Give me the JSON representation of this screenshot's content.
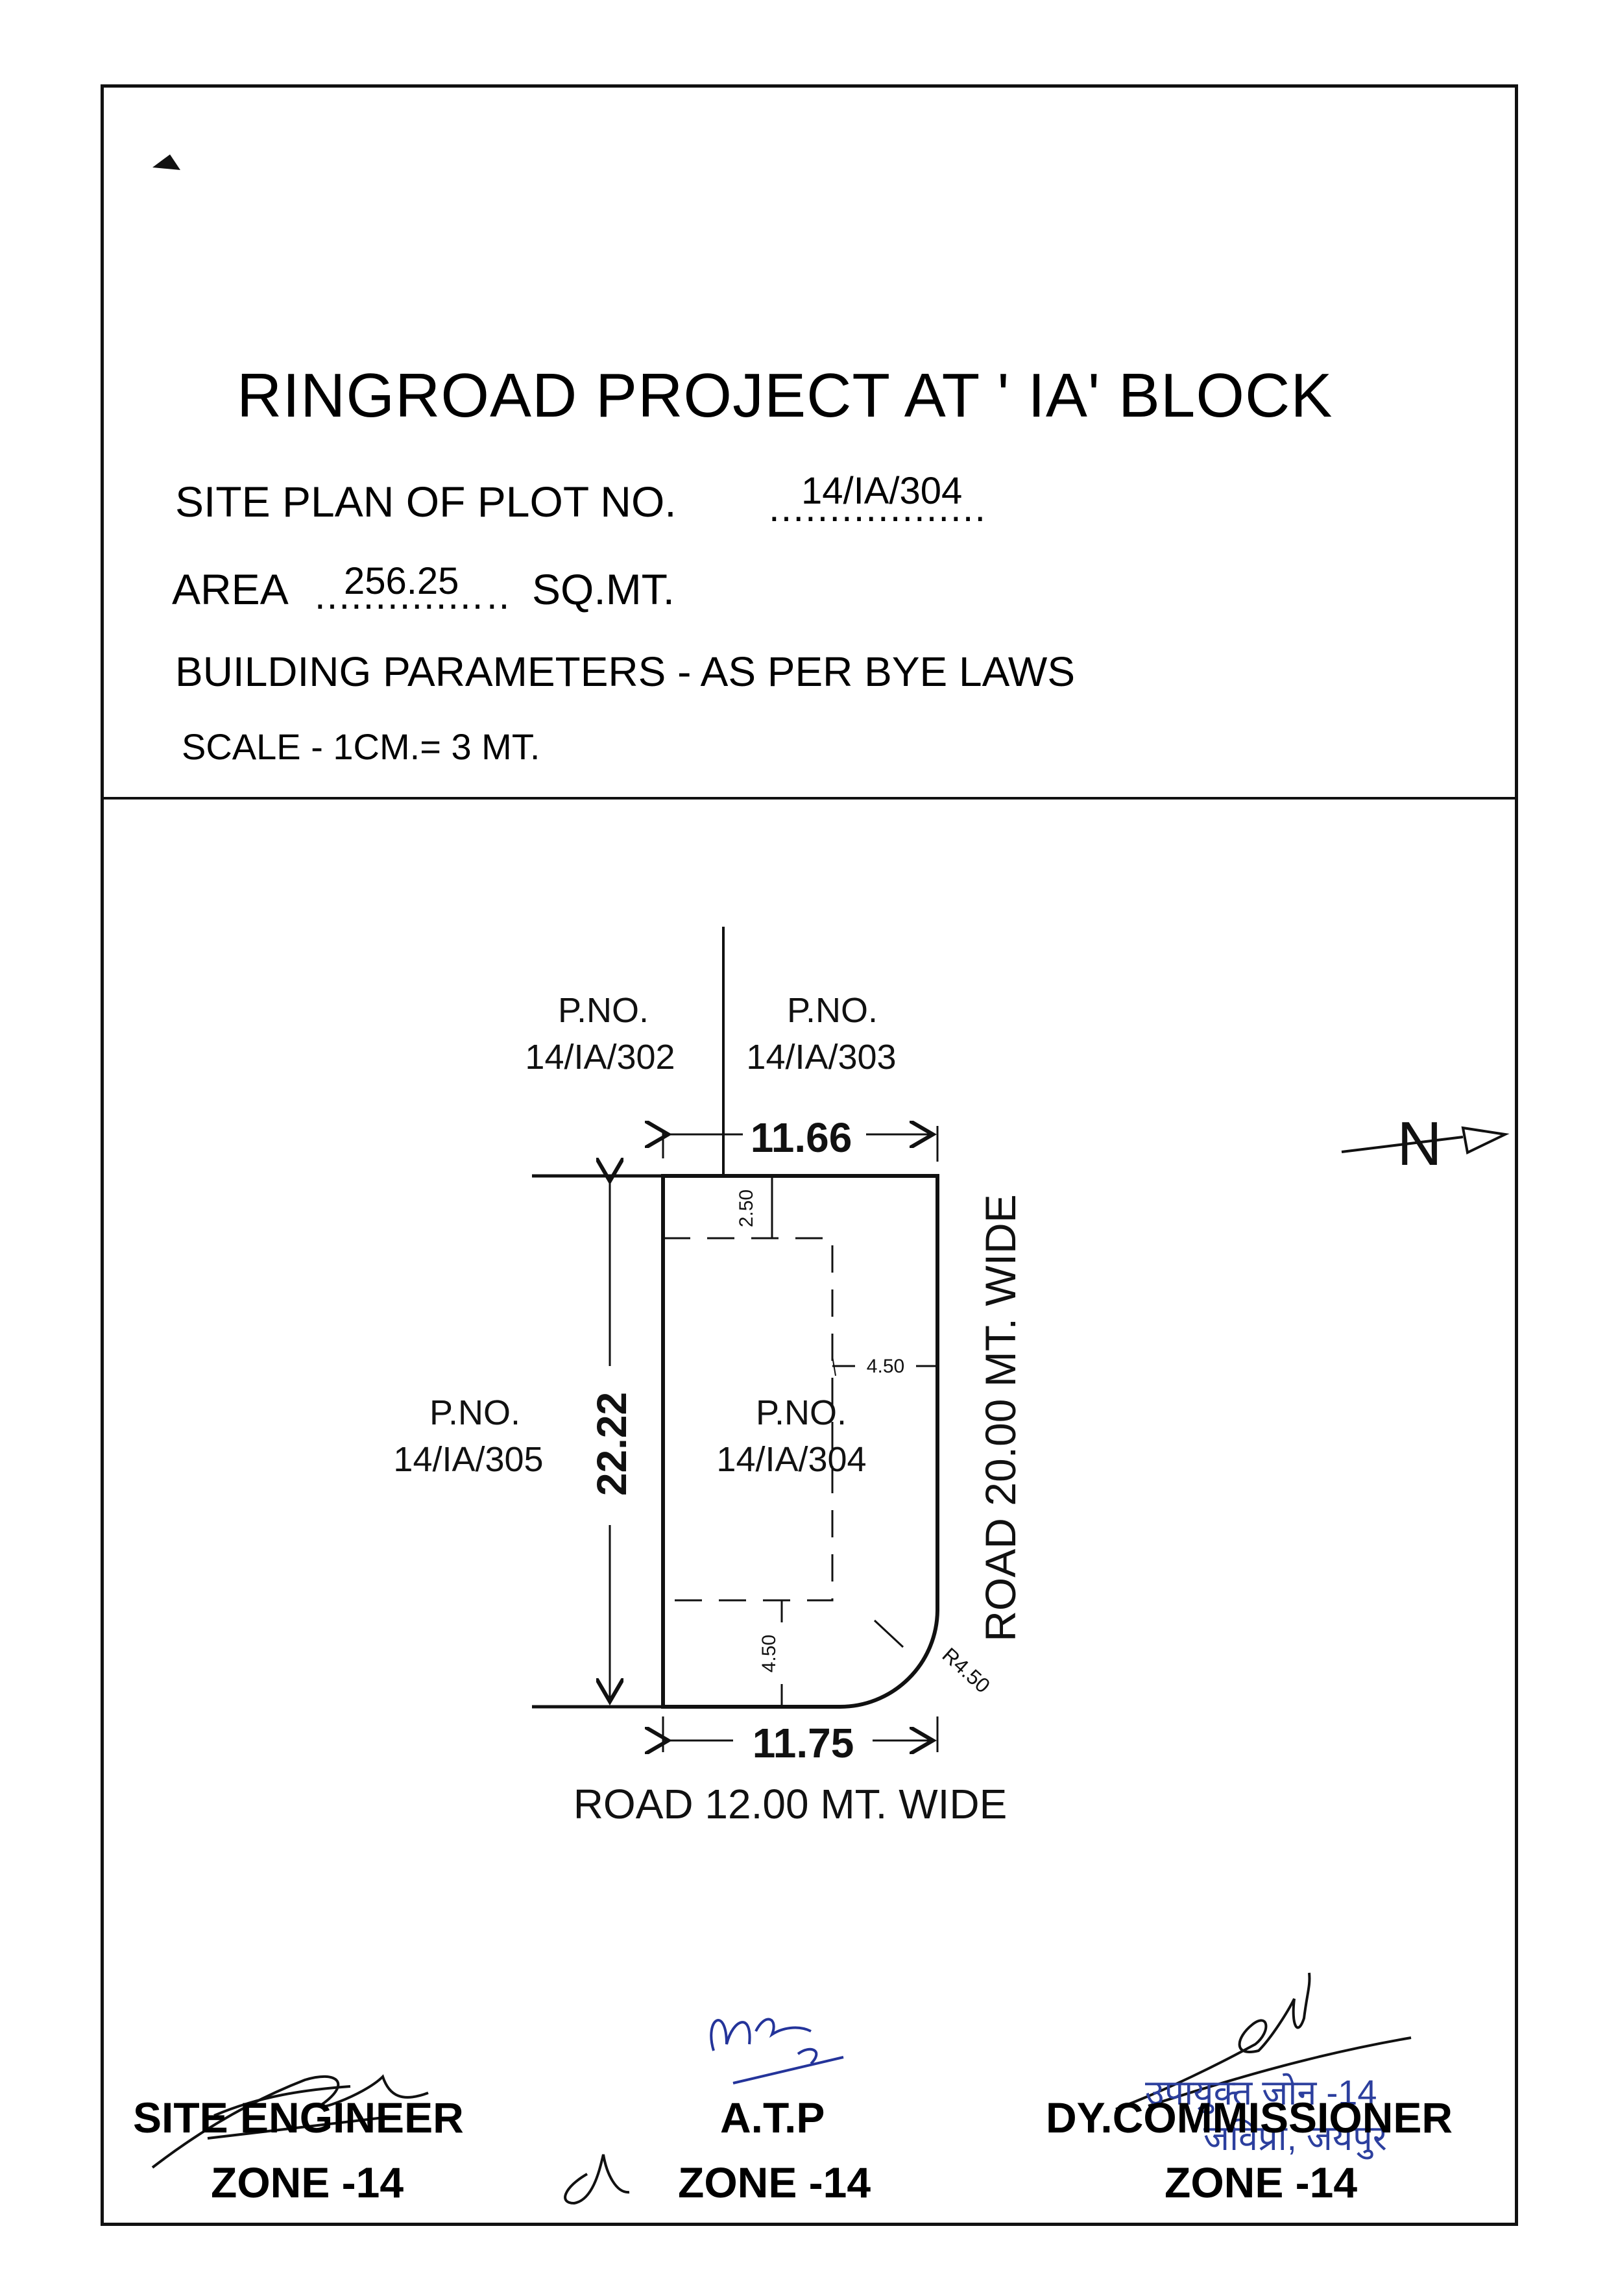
{
  "header": {
    "title": "RINGROAD PROJECT AT ' IA' BLOCK",
    "site_plan_label": "SITE PLAN OF PLOT NO.",
    "plot_no": "14/IA/304",
    "plot_dots": "..................",
    "area_prefix": "AREA",
    "area_value": "256.25",
    "area_dots_left": "..............",
    "area_dots_right": "..",
    "area_unit": "SQ.MT.",
    "building_parameters": "BUILDING PARAMETERS - AS PER BYE LAWS",
    "scale": "SCALE - 1CM.= 3 MT."
  },
  "plan": {
    "north": "N",
    "neighbors": {
      "top_left_label": "P.NO.",
      "top_left_no": "14/IA/302",
      "top_right_label": "P.NO.",
      "top_right_no": "14/IA/303",
      "left_label": "P.NO.",
      "left_no": "14/IA/305"
    },
    "plot": {
      "label": "P.NO.",
      "no": "14/IA/304"
    },
    "dimensions": {
      "top_width": "11.66",
      "bottom_width": "11.75",
      "depth": "22.22",
      "setback_top": "2.50",
      "setback_side": "4.50",
      "setback_bottom": "4.50",
      "corner_radius": "R4.50"
    },
    "roads": {
      "bottom": "ROAD 12.00 MT. WIDE",
      "right": "ROAD 20.00 MT. WIDE"
    }
  },
  "signatures": {
    "site_engineer": {
      "title": "SITE ENGINEER",
      "zone": "ZONE -14"
    },
    "atp": {
      "title": "A.T.P",
      "zone": "ZONE -14"
    },
    "dy_commissioner": {
      "title": "DY.COMMISSIONER",
      "zone": "ZONE -14"
    },
    "stamp_line1": "उपायुक्त जोन -14",
    "stamp_line2": "जविप्रा, जयपुर"
  }
}
